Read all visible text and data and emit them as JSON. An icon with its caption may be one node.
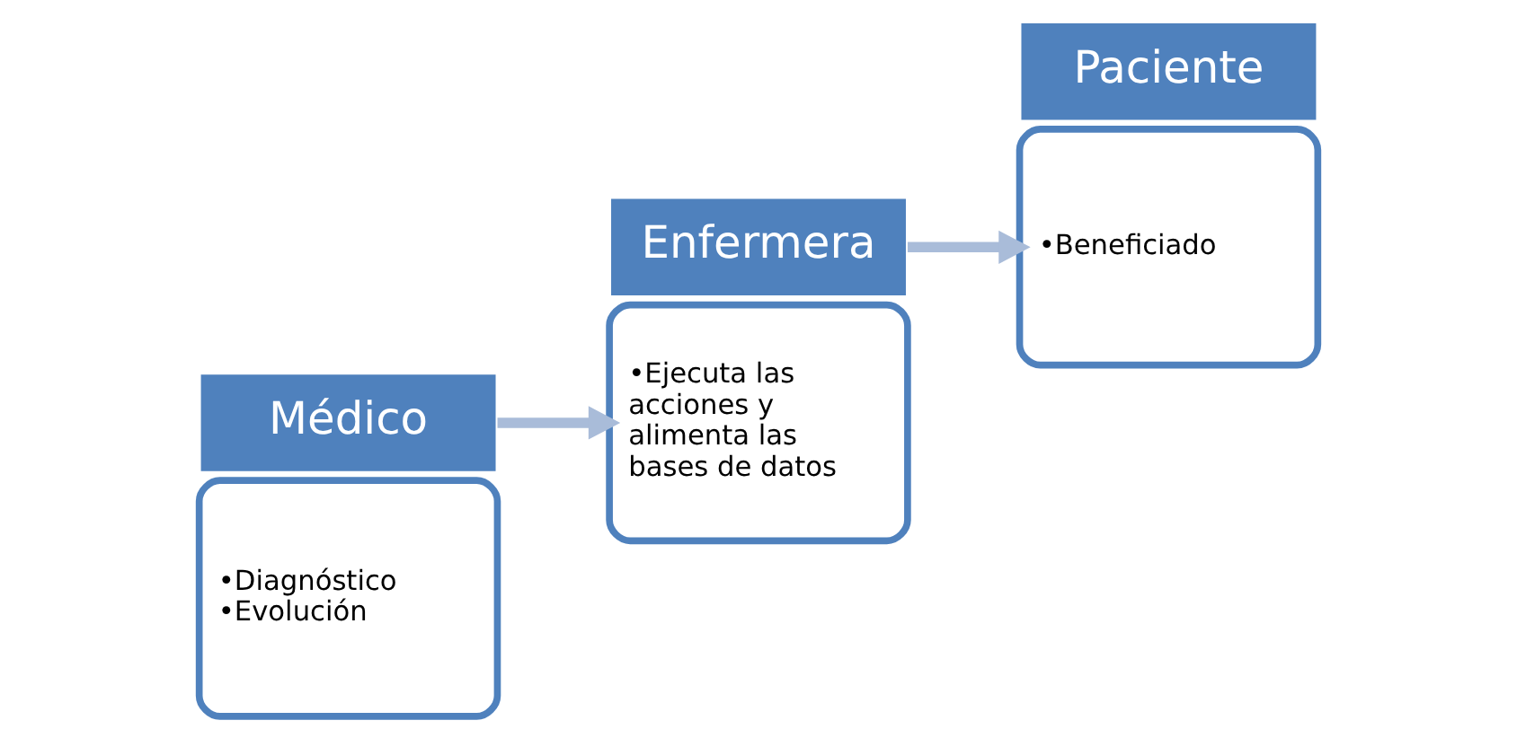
{
  "diagram": {
    "nodes": [
      {
        "text": [
          "•Diagnóstico",
          "•Evolución"
        ]
      },
      {
        "text": [
          "Médico"
        ]
      },
      {
        "text": [
          "Enfermera"
        ]
      },
      {
        "text": [
          "•Ejecuta las acciones y alimenta las bases de datos"
        ]
      },
      {
        "text": [
          "•Beneficiado"
        ]
      },
      {
        "text": [
          "Paciente"
        ]
      }
    ],
    "edges": [
      {
        "from": 1,
        "to": 3,
        "arrow": "to"
      },
      {
        "from": 2,
        "to": 4,
        "arrow": "to"
      }
    ]
  }
}
